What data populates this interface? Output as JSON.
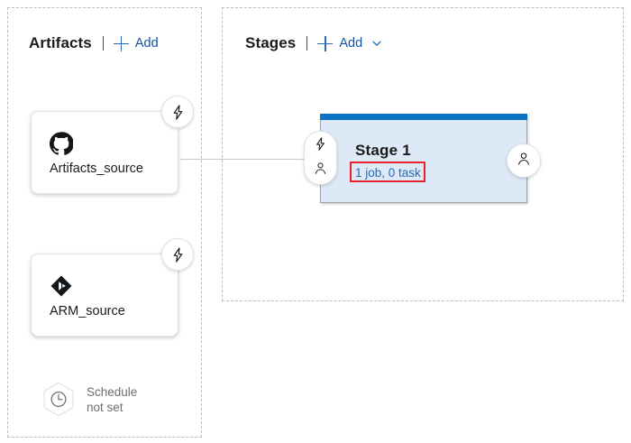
{
  "colors": {
    "link_blue": "#12509f",
    "accent_blue": "#2a6bb5",
    "stage_header_blue": "#0d72c4",
    "stage_fill": "#dde9f7",
    "annotation_red": "#e8212a",
    "panel_dash": "#bdbdbd",
    "muted_text": "#6e6e6e"
  },
  "artifacts_panel": {
    "title": "Artifacts",
    "add_label": "Add",
    "plus_icon": "plus-icon",
    "cards": [
      {
        "label": "Artifacts_source",
        "icon": "github-icon",
        "badge_icon": "lightning-bolt-icon"
      },
      {
        "label": "ARM_source",
        "icon": "azure-repos-icon",
        "badge_icon": "lightning-bolt-icon"
      }
    ],
    "schedule": {
      "icon": "clock-hexagon-icon",
      "line1": "Schedule",
      "line2": "not set"
    }
  },
  "stages_panel": {
    "title": "Stages",
    "add_label": "Add",
    "plus_icon": "plus-icon",
    "chevron_icon": "chevron-down-icon",
    "stage": {
      "name": "Stage 1",
      "summary": "1 job, 0 task",
      "pre_deployment": {
        "trigger_icon": "lightning-bolt-icon",
        "approval_icon": "person-icon"
      },
      "post_deployment": {
        "approval_icon": "person-icon"
      }
    }
  }
}
